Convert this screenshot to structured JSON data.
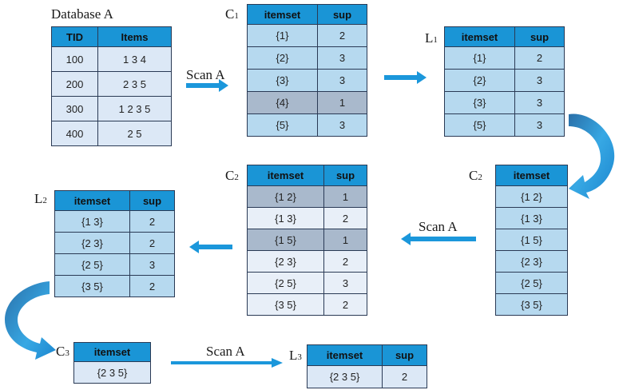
{
  "labels": {
    "database": "Database A",
    "c1": {
      "main": "C",
      "sub": "1"
    },
    "l1": {
      "main": "L",
      "sub": "1"
    },
    "c2_left": {
      "main": "C",
      "sub": "2"
    },
    "c2_right": {
      "main": "C",
      "sub": "2"
    },
    "l2": {
      "main": "L",
      "sub": "2"
    },
    "c3": {
      "main": "C",
      "sub": "3"
    },
    "l3": {
      "main": "L",
      "sub": "3"
    },
    "scan1": "Scan A",
    "scan2": "Scan A",
    "scan3": "Scan A"
  },
  "database": {
    "headers": [
      "TID",
      "Items"
    ],
    "rows": [
      [
        "100",
        "1 3 4"
      ],
      [
        "200",
        "2 3 5"
      ],
      [
        "300",
        "1 2 3 5"
      ],
      [
        "400",
        "2 5"
      ]
    ]
  },
  "c1": {
    "headers": [
      "itemset",
      "sup"
    ],
    "rows": [
      [
        "{1}",
        "2"
      ],
      [
        "{2}",
        "3"
      ],
      [
        "{3}",
        "3"
      ],
      [
        "{4}",
        "1"
      ],
      [
        "{5}",
        "3"
      ]
    ]
  },
  "l1": {
    "headers": [
      "itemset",
      "sup"
    ],
    "rows": [
      [
        "{1}",
        "2"
      ],
      [
        "{2}",
        "3"
      ],
      [
        "{3}",
        "3"
      ],
      [
        "{5}",
        "3"
      ]
    ]
  },
  "c2_right": {
    "headers": [
      "itemset"
    ],
    "rows": [
      [
        "{1 2}"
      ],
      [
        "{1 3}"
      ],
      [
        "{1 5}"
      ],
      [
        "{2 3}"
      ],
      [
        "{2 5}"
      ],
      [
        "{3 5}"
      ]
    ]
  },
  "c2_left": {
    "headers": [
      "itemset",
      "sup"
    ],
    "rows": [
      [
        "{1 2}",
        "1"
      ],
      [
        "{1 3}",
        "2"
      ],
      [
        "{1 5}",
        "1"
      ],
      [
        "{2 3}",
        "2"
      ],
      [
        "{2 5}",
        "3"
      ],
      [
        "{3 5}",
        "2"
      ]
    ]
  },
  "l2": {
    "headers": [
      "itemset",
      "sup"
    ],
    "rows": [
      [
        "{1 3}",
        "2"
      ],
      [
        "{2 3}",
        "2"
      ],
      [
        "{2 5}",
        "3"
      ],
      [
        "{3 5}",
        "2"
      ]
    ]
  },
  "c3": {
    "headers": [
      "itemset"
    ],
    "rows": [
      [
        "{2 3 5}"
      ]
    ]
  },
  "l3": {
    "headers": [
      "itemset",
      "sup"
    ],
    "rows": [
      [
        "{2 3 5}",
        "2"
      ]
    ]
  }
}
